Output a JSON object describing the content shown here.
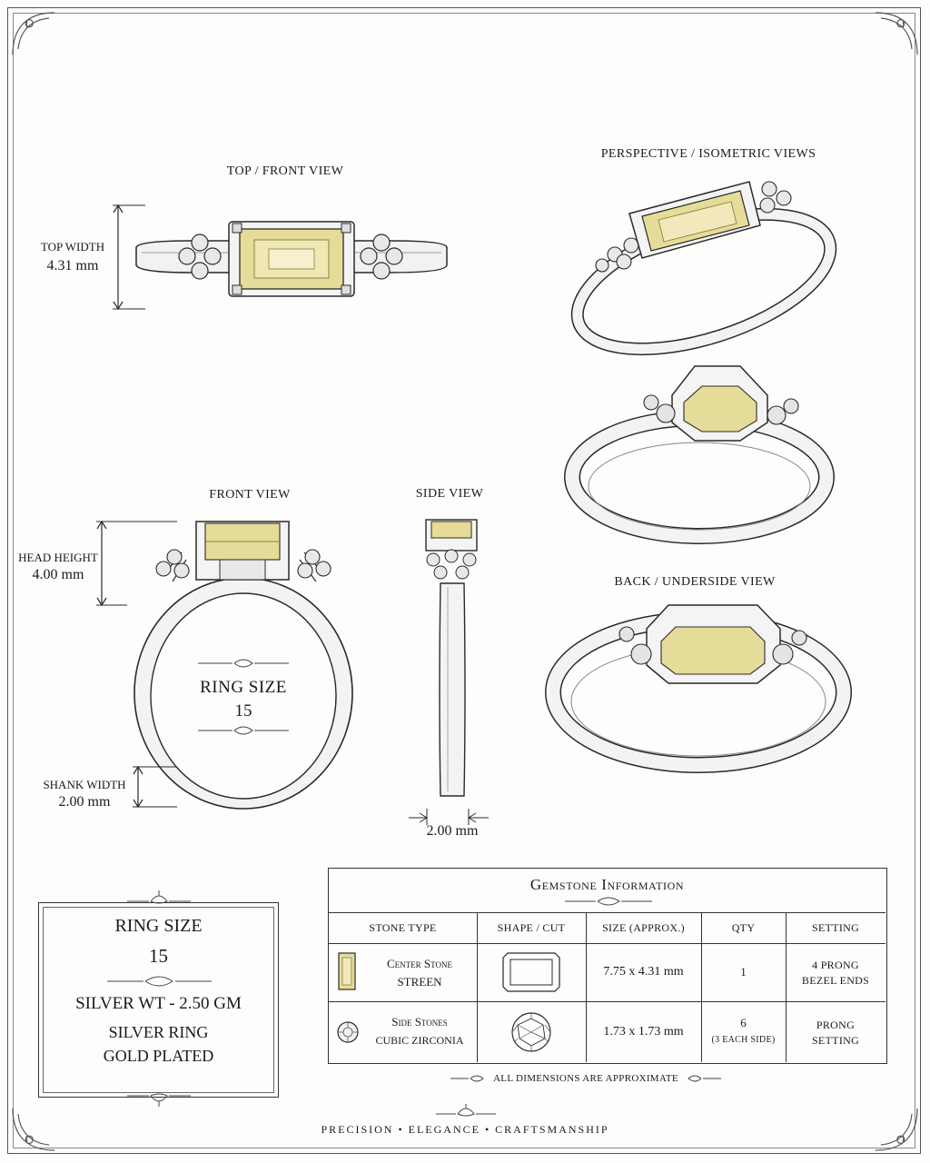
{
  "views": {
    "top_front": "TOP / FRONT VIEW",
    "perspective": "PERSPECTIVE / ISOMETRIC VIEWS",
    "front": "FRONT VIEW",
    "side": "SIDE VIEW",
    "back": "BACK / UNDERSIDE VIEW"
  },
  "dimensions": {
    "top_width_label": "TOP WIDTH",
    "top_width_value": "4.31 mm",
    "head_height_label": "HEAD HEIGHT",
    "head_height_value": "4.00 mm",
    "shank_width_label": "SHANK WIDTH",
    "shank_width_value": "2.00 mm",
    "side_width_value": "2.00 mm"
  },
  "ring_center": {
    "label": "RING SIZE",
    "value": "15"
  },
  "specs": {
    "ring_size_label": "RING SIZE",
    "ring_size_value": "15",
    "silver_weight": "SILVER WT - 2.50 GM",
    "material_line1": "SILVER RING",
    "material_line2": "GOLD PLATED"
  },
  "table": {
    "title": "Gemstone Information",
    "headers": [
      "STONE TYPE",
      "SHAPE / CUT",
      "SIZE (approx.)",
      "QTY",
      "SETTING"
    ],
    "rows": [
      {
        "type_line1": "Center Stone",
        "type_line2": "STREEN",
        "size": "7.75 x 4.31 mm",
        "qty": "1",
        "qty_note": "",
        "setting_line1": "4 PRONG",
        "setting_line2": "BEZEL ENDS"
      },
      {
        "type_line1": "Side Stones",
        "type_line2": "CUBIC ZIRCONIA",
        "size": "1.73 x 1.73 mm",
        "qty": "6",
        "qty_note": "(3 EACH SIDE)",
        "setting_line1": "PRONG",
        "setting_line2": "SETTING"
      }
    ],
    "note": "ALL DIMENSIONS ARE APPROXIMATE"
  },
  "footer": "PRECISION • ELEGANCE • CRAFTSMANSHIP",
  "colors": {
    "stone": "#e6dc9a",
    "stone_dark": "#c9bd6a",
    "metal": "#f4f4f4",
    "line": "#2a2a2a"
  }
}
